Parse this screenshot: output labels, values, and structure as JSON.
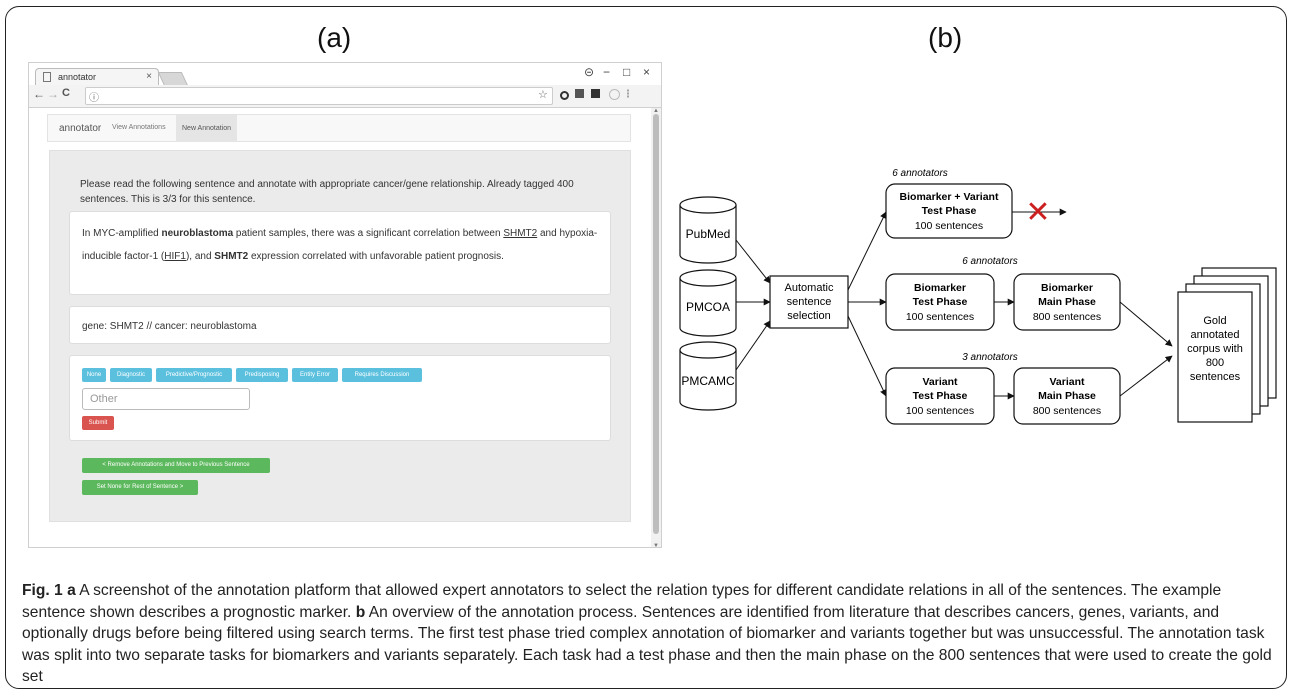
{
  "panel_labels": {
    "a": "(a)",
    "b": "(b)"
  },
  "browser": {
    "tab_title": "annotator",
    "tab_close": "×",
    "window_controls": [
      "⊝",
      "−",
      "□",
      "×"
    ],
    "nav_back": "←",
    "nav_forward": "→",
    "nav_reload": "C",
    "info_icon": "ⓘ",
    "star_icon": "☆"
  },
  "app": {
    "brand": "annotator",
    "nav_view": "View Annotations",
    "nav_new": "New Annotation",
    "instructions": "Please read the following sentence and annotate with appropriate cancer/gene relationship. Already tagged 400 sentences. This is 3/3 for this sentence.",
    "sentence": {
      "p1": "In MYC-amplified ",
      "cancer": "neuroblastoma",
      "p2": " patient samples, there was a significant correlation between ",
      "gene": "SHMT2",
      "p3": " and hypoxia-inducible factor-1 (",
      "gene2": "HIF1",
      "p4": "), and ",
      "gene3": "SHMT2",
      "p5": " expression correlated with unfavorable patient prognosis."
    },
    "pair": "gene: SHMT2 // cancer: neuroblastoma",
    "labels": [
      "None",
      "Diagnostic",
      "Predictive/Prognostic",
      "Predisposing",
      "Entity Error",
      "Requires Discussion"
    ],
    "other_placeholder": "Other",
    "submit": "Submit",
    "prev_button": "< Remove Annotations and Move to Previous Sentence",
    "none_button": "Set None for Rest of Sentence >"
  },
  "diagram": {
    "sources": [
      "PubMed",
      "PMCOA",
      "PMCAMC"
    ],
    "selection": [
      "Automatic",
      "sentence",
      "selection"
    ],
    "annotator_labels": [
      "6 annotators",
      "6 annotators",
      "3 annotators"
    ],
    "combined": [
      "Biomarker + Variant",
      "Test Phase",
      "100 sentences"
    ],
    "bio_test": [
      "Biomarker",
      "Test Phase",
      "100 sentences"
    ],
    "bio_main": [
      "Biomarker",
      "Main Phase",
      "800 sentences"
    ],
    "var_test": [
      "Variant",
      "Test Phase",
      "100 sentences"
    ],
    "var_main": [
      "Variant",
      "Main Phase",
      "800 sentences"
    ],
    "gold": [
      "Gold",
      "annotated",
      "corpus with",
      "800",
      "sentences"
    ],
    "fail_mark": "✕",
    "fail_color": "#cc1f1f"
  },
  "caption": {
    "fig": "Fig. 1",
    "a": "a",
    "text_a": " A screenshot of the annotation platform that allowed expert annotators to select the relation types for different candidate relations in all of the sentences. The example sentence shown describes a prognostic marker. ",
    "b": "b",
    "text_b": " An overview of the annotation process. Sentences are identified from literature that describes cancers, genes, variants, and optionally drugs before being filtered using search terms. The first test phase tried complex annotation of biomarker and variants together but was unsuccessful. The annotation task was split into two separate tasks for biomarkers and variants separately. Each task had a test phase and then the main phase on the 800 sentences that were used to create the gold set"
  }
}
